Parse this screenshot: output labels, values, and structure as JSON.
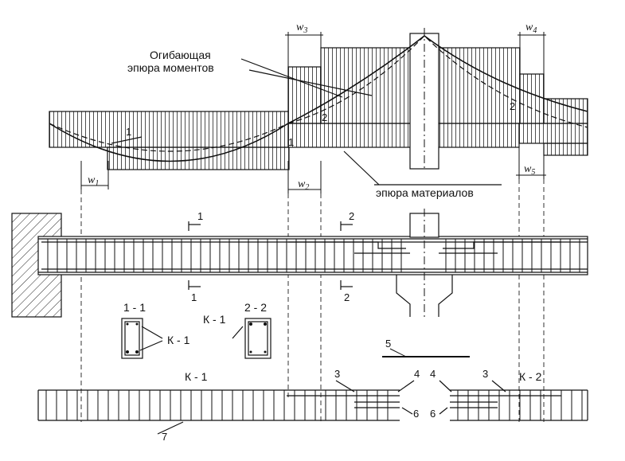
{
  "labels": {
    "envelope_line1": "Огибающая",
    "envelope_line2": "эпюра моментов",
    "materials": "эпюра материалов",
    "mark_1a": "1",
    "mark_1b": "1",
    "mark_2a": "2",
    "mark_2b": "2",
    "w1": "w",
    "w1_sub": "1",
    "w2": "w",
    "w2_sub": "2",
    "w3": "w",
    "w3_sub": "3",
    "w4": "w",
    "w4_sub": "4",
    "w5": "w",
    "w5_sub": "5",
    "sec1_top": "1",
    "sec1_bot": "1",
    "sec2_top": "2",
    "sec2_bot": "2",
    "section_11": "1 - 1",
    "section_22": "2 - 2",
    "k1_a": "К - 1",
    "k1_b": "К - 1",
    "k1_main": "К - 1",
    "k2_main": "К - 2",
    "num_3a": "3",
    "num_3b": "3",
    "num_4a": "4",
    "num_4b": "4",
    "num_5": "5",
    "num_6a": "6",
    "num_6b": "6",
    "num_7": "7"
  }
}
